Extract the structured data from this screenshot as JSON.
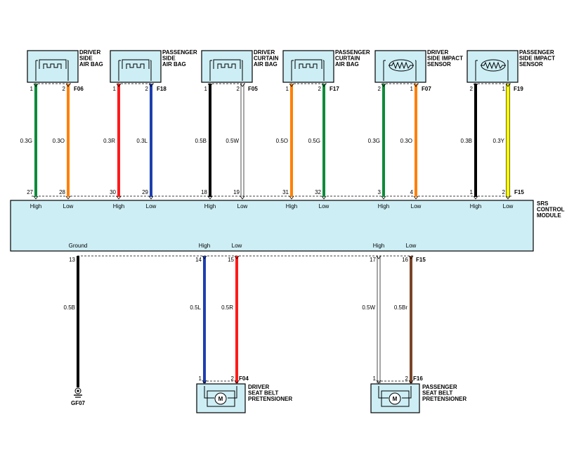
{
  "colors": {
    "box_fill": "#cdeef5",
    "G": "#0e8a3a",
    "O": "#ff8000",
    "R": "#ff1a1a",
    "L": "#1f3fb0",
    "B": "#000000",
    "W": "#ffffff",
    "Y": "#ffff00",
    "Br": "#7a4428"
  },
  "module": {
    "label_lines": [
      "SRS",
      "CONTROL",
      "MODULE"
    ],
    "top_connector": "F15",
    "bottom_connector": "F15",
    "ground_label": "Ground"
  },
  "top_components": [
    {
      "name_lines": [
        "DRIVER",
        "SIDE",
        "AIR BAG"
      ],
      "symbol": "airbag",
      "connector": "F06",
      "wires": [
        {
          "comp_pin": "1",
          "gauge": "0.3G",
          "color": "G",
          "module_pin": "27",
          "signal": "High"
        },
        {
          "comp_pin": "2",
          "gauge": "0.3O",
          "color": "O",
          "module_pin": "28",
          "signal": "Low"
        }
      ]
    },
    {
      "name_lines": [
        "PASSENGER",
        "SIDE",
        "AIR BAG"
      ],
      "symbol": "airbag",
      "connector": "F18",
      "wires": [
        {
          "comp_pin": "1",
          "gauge": "0.3R",
          "color": "R",
          "module_pin": "30",
          "signal": "High"
        },
        {
          "comp_pin": "2",
          "gauge": "0.3L",
          "color": "L",
          "module_pin": "29",
          "signal": "Low"
        }
      ]
    },
    {
      "name_lines": [
        "DRIVER",
        "CURTAIN",
        "AIR BAG"
      ],
      "symbol": "airbag",
      "connector": "F05",
      "wires": [
        {
          "comp_pin": "1",
          "gauge": "0.5B",
          "color": "B",
          "module_pin": "18",
          "signal": "High"
        },
        {
          "comp_pin": "2",
          "gauge": "0.5W",
          "color": "W",
          "module_pin": "19",
          "signal": "Low"
        }
      ]
    },
    {
      "name_lines": [
        "PASSENGER",
        "CURTAIN",
        "AIR BAG"
      ],
      "symbol": "airbag",
      "connector": "F17",
      "wires": [
        {
          "comp_pin": "1",
          "gauge": "0.5O",
          "color": "O",
          "module_pin": "31",
          "signal": "High"
        },
        {
          "comp_pin": "2",
          "gauge": "0.5G",
          "color": "G",
          "module_pin": "32",
          "signal": "Low"
        }
      ]
    },
    {
      "name_lines": [
        "DRIVER",
        "SIDE IMPACT",
        "SENSOR"
      ],
      "symbol": "sensor",
      "connector": "F07",
      "wires": [
        {
          "comp_pin": "2",
          "gauge": "0.3G",
          "color": "G",
          "module_pin": "3",
          "signal": "High"
        },
        {
          "comp_pin": "1",
          "gauge": "0.3O",
          "color": "O",
          "module_pin": "4",
          "signal": "Low"
        }
      ]
    },
    {
      "name_lines": [
        "PASSENGER",
        "SIDE IMPACT",
        "SENSOR"
      ],
      "symbol": "sensor",
      "connector": "F19",
      "wires": [
        {
          "comp_pin": "2",
          "gauge": "0.3B",
          "color": "B",
          "module_pin": "1",
          "signal": "High"
        },
        {
          "comp_pin": "1",
          "gauge": "0.3Y",
          "color": "Y",
          "module_pin": "2",
          "signal": "Low"
        }
      ]
    }
  ],
  "ground": {
    "module_pin": "13",
    "gauge": "0.5B",
    "color": "B",
    "label": "GF07"
  },
  "bottom_components": [
    {
      "name_lines": [
        "DRIVER",
        "SEAT BELT",
        "PRETENSIONER"
      ],
      "connector": "F04",
      "motor_label": "M",
      "wires": [
        {
          "module_pin": "14",
          "signal": "High",
          "gauge": "0.5L",
          "color": "L",
          "comp_pin": "1"
        },
        {
          "module_pin": "15",
          "signal": "Low",
          "gauge": "0.5R",
          "color": "R",
          "comp_pin": "2"
        }
      ]
    },
    {
      "name_lines": [
        "PASSENGER",
        "SEAT BELT",
        "PRETENSIONER"
      ],
      "connector": "F16",
      "motor_label": "M",
      "wires": [
        {
          "module_pin": "17",
          "signal": "High",
          "gauge": "0.5W",
          "color": "W",
          "comp_pin": "1"
        },
        {
          "module_pin": "16",
          "signal": "Low",
          "gauge": "0.5Br",
          "color": "Br",
          "comp_pin": "2"
        }
      ]
    }
  ]
}
